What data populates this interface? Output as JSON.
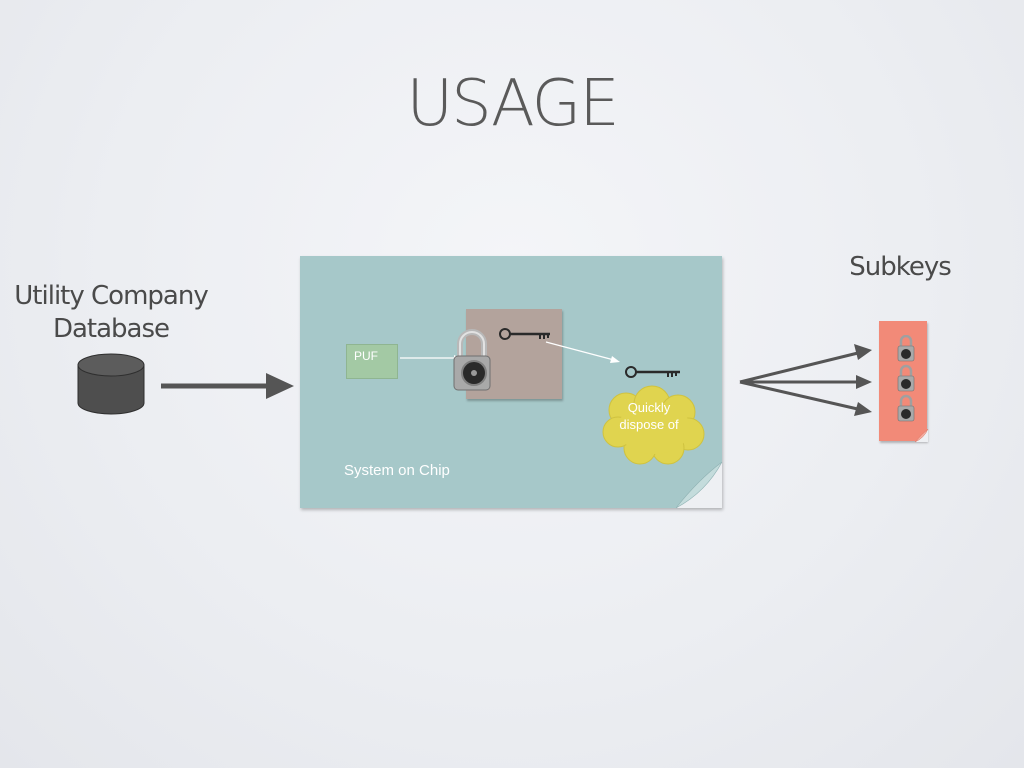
{
  "slide": {
    "title": "USAGE"
  },
  "labels": {
    "utility_company_database": "Utility Company Database",
    "subkeys": "Subkeys"
  },
  "system_on_chip": {
    "label": "System on Chip",
    "puf_label": "PUF",
    "cloud_text": "Quickly dispose of"
  },
  "colors": {
    "soc_background": "#a6c8c9",
    "puf_box": "#a3c9a4",
    "key_box": "#b3a39c",
    "cloud": "#e0d44f",
    "subkeys_box": "#f28a78",
    "database": "#4e4e4e",
    "arrows": "#555555"
  },
  "icons": {
    "database": "database-cylinder-icon",
    "padlock": "padlock-icon",
    "key": "key-icon",
    "cloud": "cloud-icon"
  },
  "subkeys_count": 3
}
